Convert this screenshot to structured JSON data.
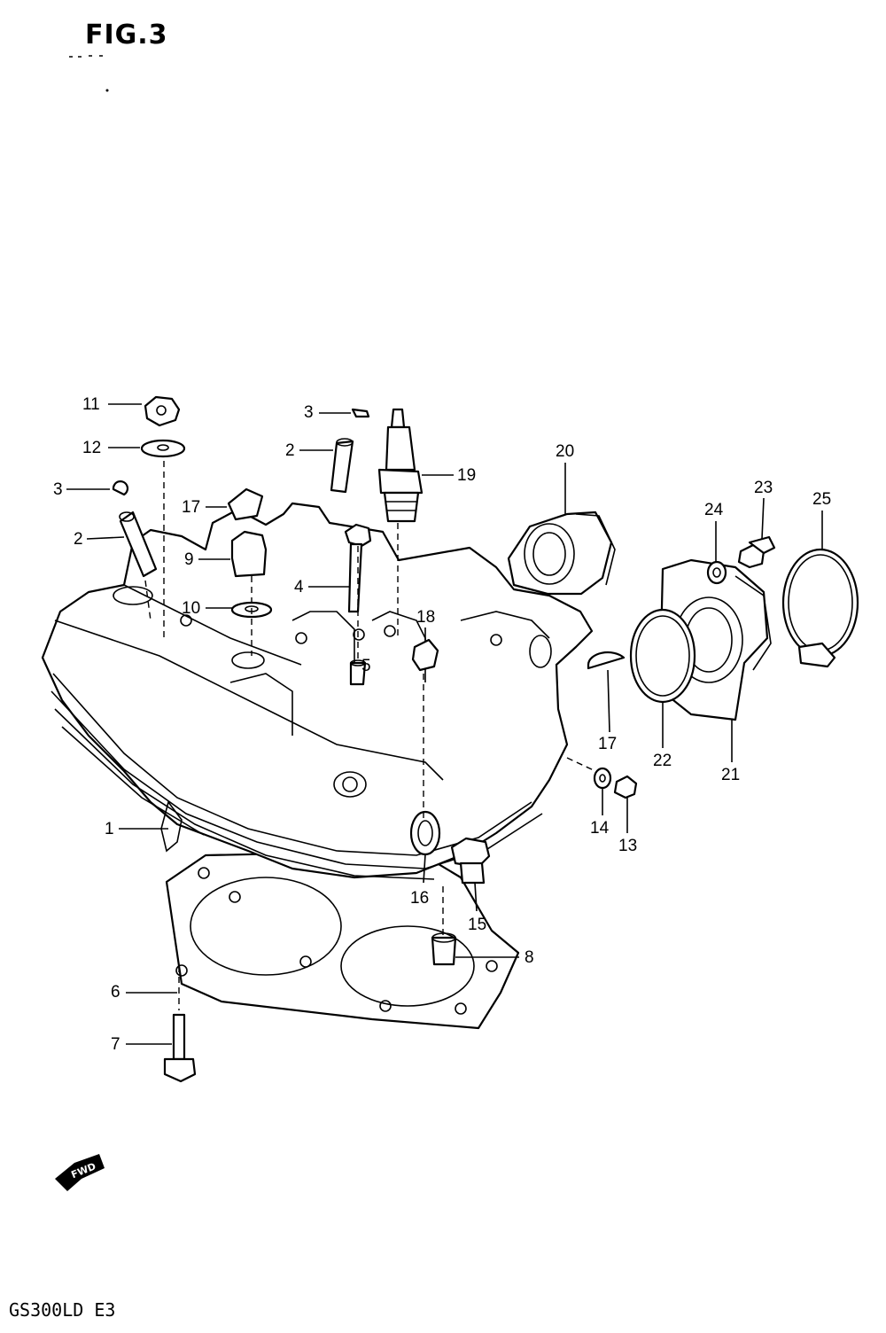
{
  "figure": {
    "title": "FIG.3",
    "model_code": "GS300LD  E3"
  },
  "fwd_label": "FWD",
  "callouts": {
    "c1": "1",
    "c2a": "2",
    "c2b": "2",
    "c3a": "3",
    "c3b": "3",
    "c4": "4",
    "c5": "5",
    "c6": "6",
    "c7": "7",
    "c8": "8",
    "c9": "9",
    "c10": "10",
    "c11": "11",
    "c12": "12",
    "c13": "13",
    "c14": "14",
    "c15": "15",
    "c16": "16",
    "c17a": "17",
    "c17b": "17",
    "c18": "18",
    "c19": "19",
    "c20": "20",
    "c21": "21",
    "c22": "22",
    "c23": "23",
    "c24": "24",
    "c25": "25"
  }
}
